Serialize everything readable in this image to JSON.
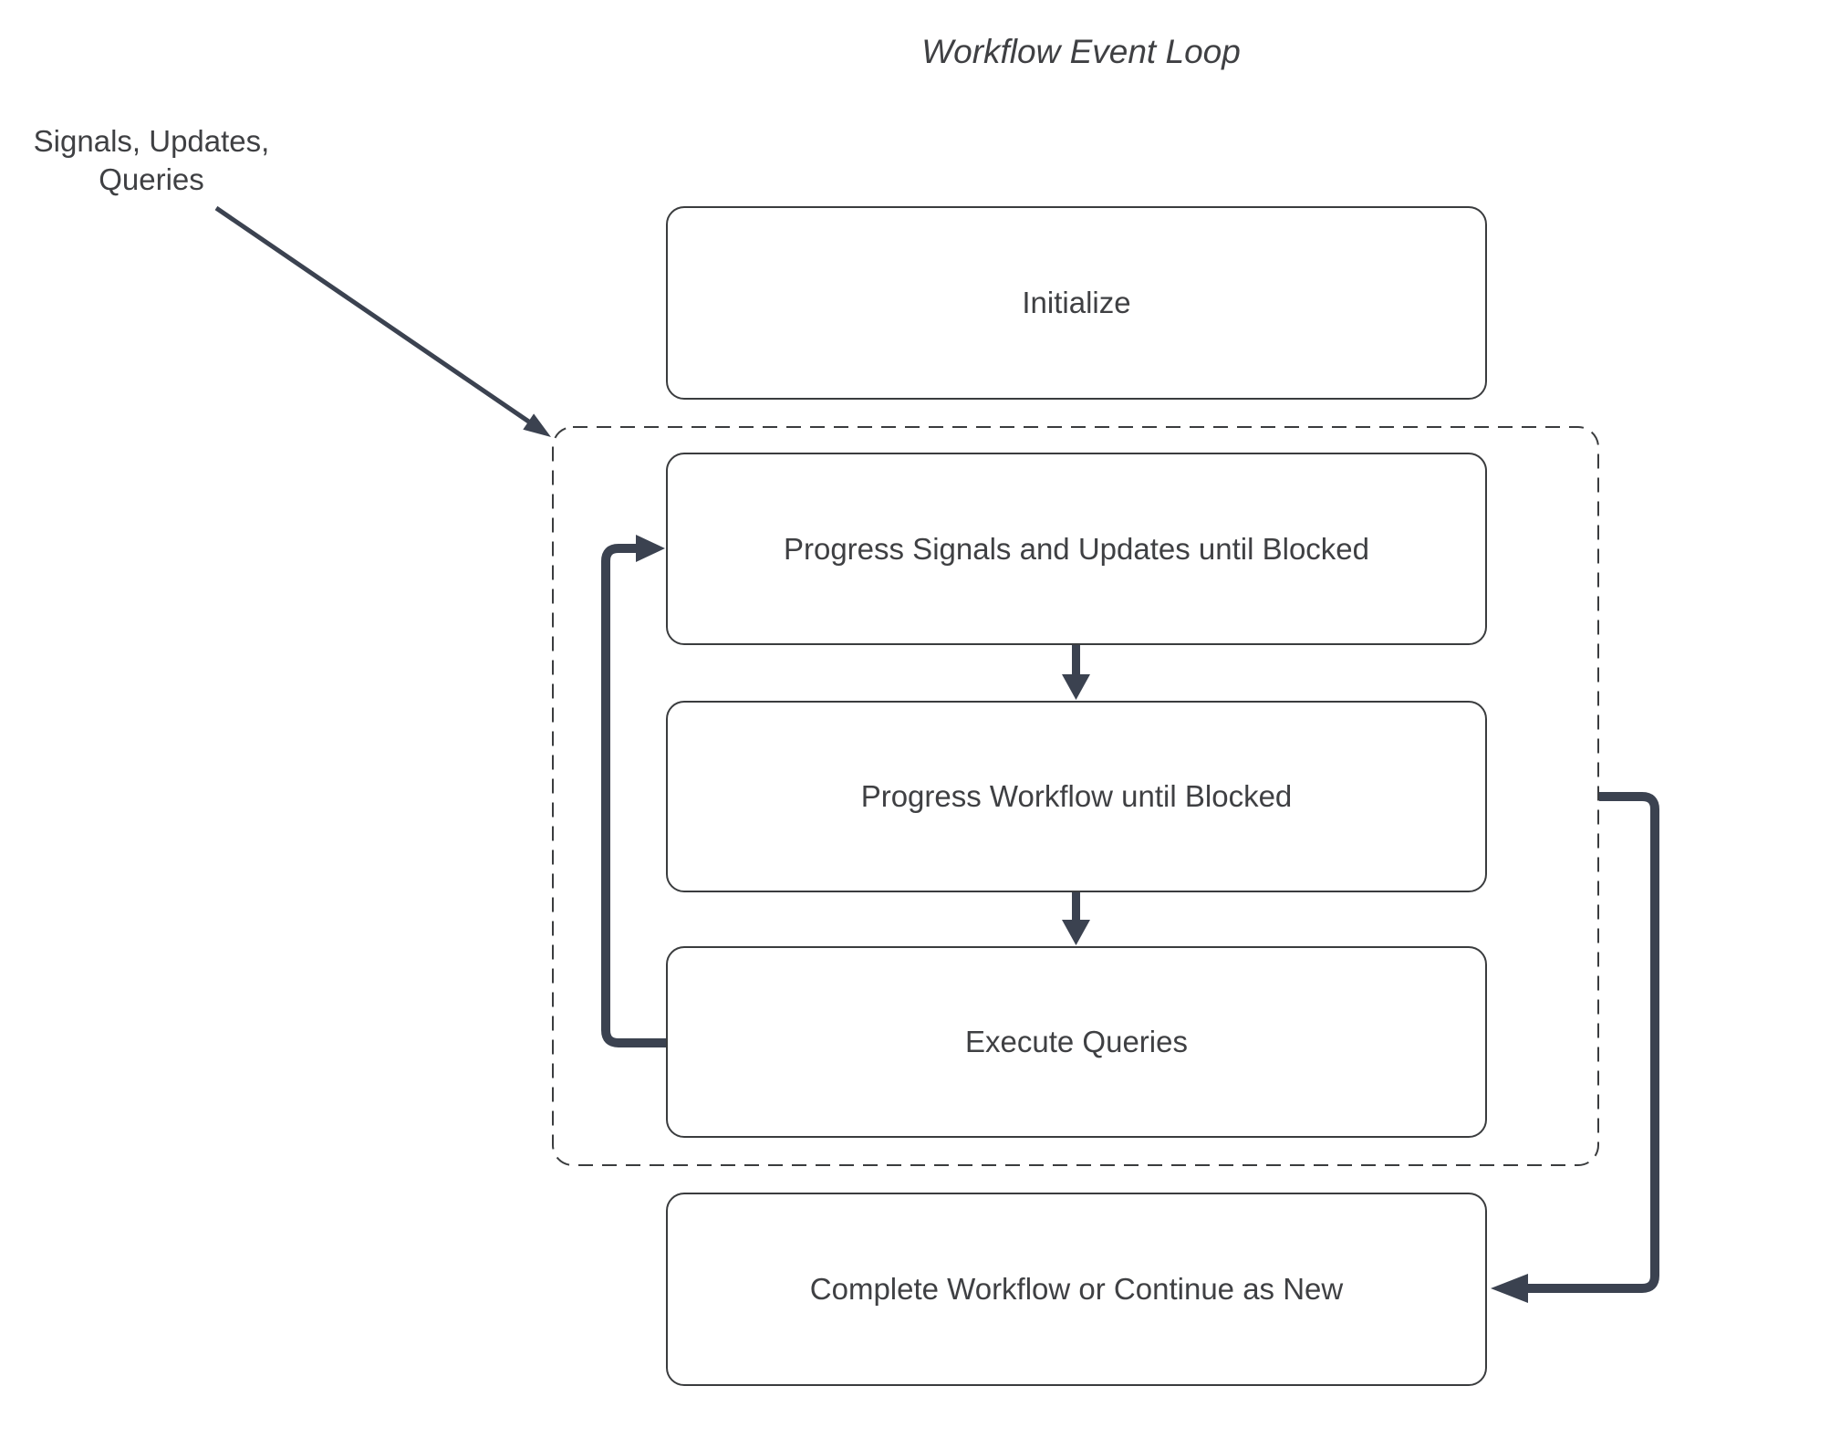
{
  "diagram": {
    "title": "Workflow Event Loop",
    "external_input": {
      "line1": "Signals, Updates,",
      "line2": "Queries"
    },
    "nodes": {
      "initialize": "Initialize",
      "progress_signals": "Progress Signals and Updates until Blocked",
      "progress_workflow": "Progress Workflow until Blocked",
      "execute_queries": "Execute Queries",
      "complete": "Complete Workflow or Continue as New"
    },
    "colors": {
      "arrow": "#3b4250",
      "border": "#3a3c3e",
      "text": "#3f4043",
      "background": "#ffffff"
    }
  }
}
